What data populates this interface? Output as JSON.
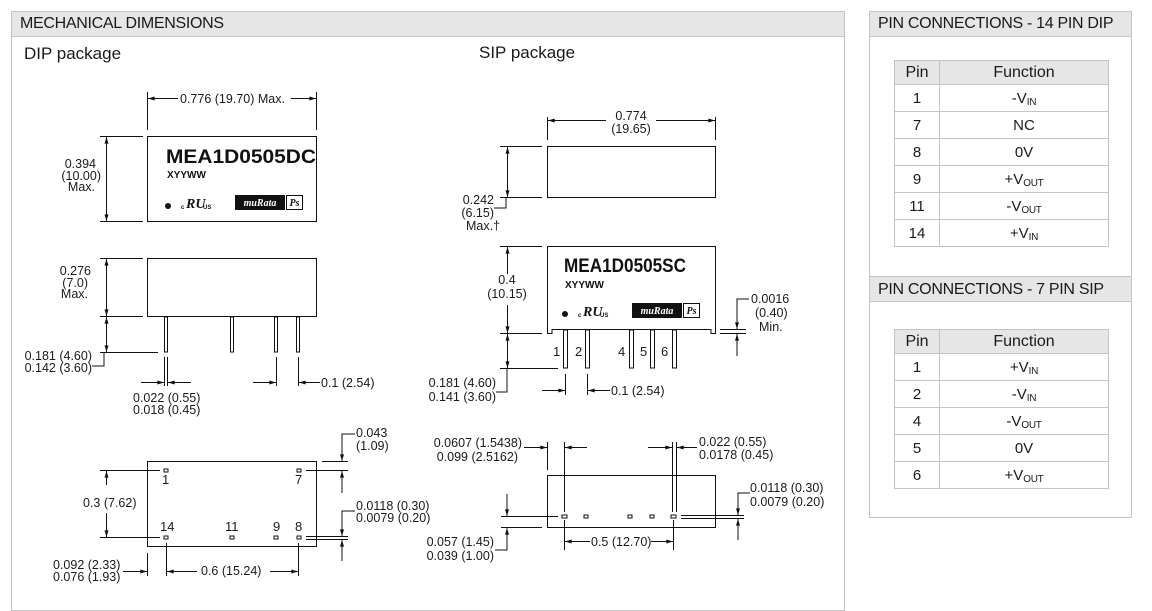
{
  "mechanical": {
    "header": "MECHANICAL DIMENSIONS",
    "dip": {
      "title": "DIP package",
      "part_number": "MEA1D0505DC",
      "date_code": "XYYWW",
      "cert_mark": "cULus",
      "brand": "muRata",
      "brand_suffix": "Ps",
      "width_label": "0.776 (19.70) Max.",
      "height_label": [
        "0.394",
        "(10.00)",
        "Max."
      ],
      "body_height_label": [
        "0.276",
        "(7.0)",
        "Max."
      ],
      "pin_length_label": [
        "0.181 (4.60)",
        "0.142 (3.60)"
      ],
      "pin_width_label": [
        "0.022 (0.55)",
        "0.018 (0.45)"
      ],
      "pin_pitch_label": "0.1 (2.54)",
      "row_spacing_label": "0.3 (7.62)",
      "edge_offset_label": [
        "0.043",
        "(1.09)"
      ],
      "pin_thickness_label": [
        "0.0118 (0.30)",
        "0.0079 (0.20)"
      ],
      "end_offset_label": [
        "0.092 (2.33)",
        "0.076 (1.93)"
      ],
      "span_label": "0.6 (15.24)",
      "pin_numbers": {
        "top_left": "1",
        "top_right": "7",
        "bottom": [
          "14",
          "11",
          "9",
          "8"
        ]
      }
    },
    "sip": {
      "title": "SIP package",
      "part_number": "MEA1D0505SC",
      "date_code": "XYYWW",
      "cert_mark": "cULus",
      "brand": "muRata",
      "brand_suffix": "Ps",
      "width_label": [
        "0.774",
        "(19.65)"
      ],
      "thickness_label": [
        "0.242",
        "(6.15)",
        "Max.†"
      ],
      "height_label": [
        "0.4",
        "(10.15)"
      ],
      "standoff_label": [
        "0.0016",
        "(0.40)",
        "Min."
      ],
      "pin_length_label": [
        "0.181 (4.60)",
        "0.141 (3.60)"
      ],
      "pin_pitch_label": "0.1 (2.54)",
      "pin_numbers": [
        "1",
        "2",
        "4",
        "5",
        "6"
      ],
      "first_pin_offset_label": [
        "0.0607 (1.5438)",
        "0.099 (2.5162)"
      ],
      "pin_width_label": [
        "0.022 (0.55)",
        "0.0178 (0.45)"
      ],
      "pin_thickness_label": [
        "0.0118 (0.30)",
        "0.0079 (0.20)"
      ],
      "pin_row_offset_label": [
        "0.057 (1.45)",
        "0.039 (1.00)"
      ],
      "span_label": "0.5 (12.70)"
    }
  },
  "pin_connections_dip": {
    "header": "PIN CONNECTIONS - 14 PIN DIP",
    "columns": [
      "Pin",
      "Function"
    ],
    "rows": [
      {
        "pin": "1",
        "fn_main": "-V",
        "fn_sub": "IN"
      },
      {
        "pin": "7",
        "fn_main": "NC",
        "fn_sub": ""
      },
      {
        "pin": "8",
        "fn_main": "0V",
        "fn_sub": ""
      },
      {
        "pin": "9",
        "fn_main": "+V",
        "fn_sub": "OUT"
      },
      {
        "pin": "11",
        "fn_main": "-V",
        "fn_sub": "OUT"
      },
      {
        "pin": "14",
        "fn_main": "+V",
        "fn_sub": "IN"
      }
    ]
  },
  "pin_connections_sip": {
    "header": "PIN CONNECTIONS - 7 PIN SIP",
    "columns": [
      "Pin",
      "Function"
    ],
    "rows": [
      {
        "pin": "1",
        "fn_main": "+V",
        "fn_sub": "IN"
      },
      {
        "pin": "2",
        "fn_main": "-V",
        "fn_sub": "IN"
      },
      {
        "pin": "4",
        "fn_main": "-V",
        "fn_sub": "OUT"
      },
      {
        "pin": "5",
        "fn_main": "0V",
        "fn_sub": ""
      },
      {
        "pin": "6",
        "fn_main": "+V",
        "fn_sub": "OUT"
      }
    ]
  }
}
